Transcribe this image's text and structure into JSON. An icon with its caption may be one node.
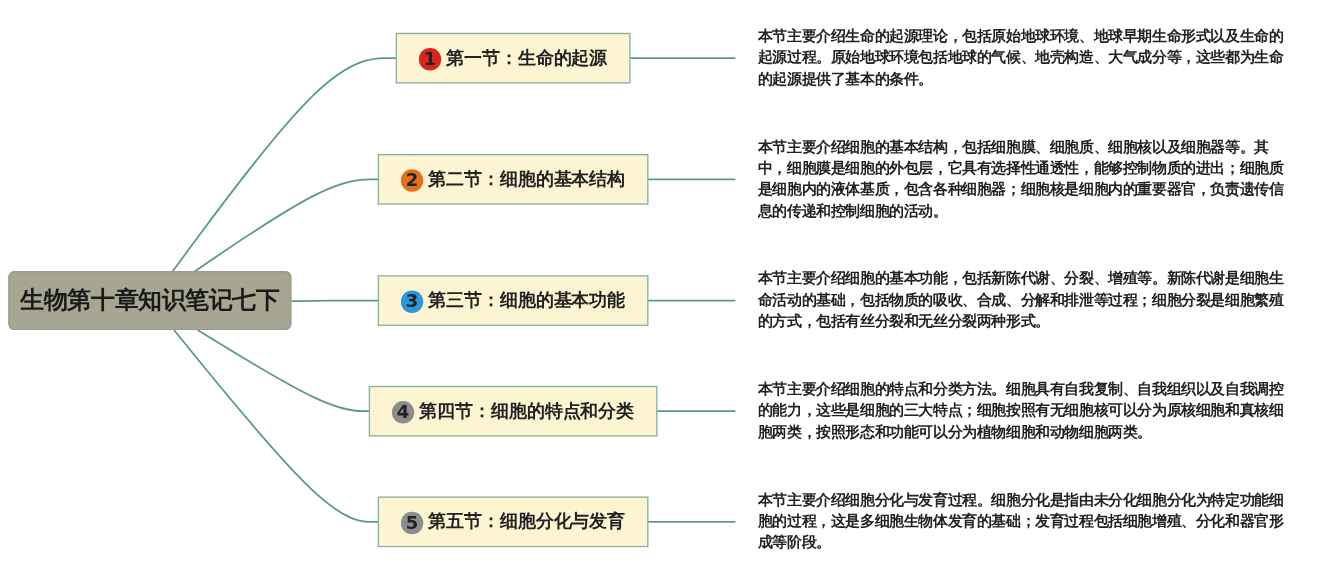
{
  "diagram": {
    "nodes": [
      {
        "text": [
          "生物第十章知识笔记七下"
        ]
      },
      {
        "text": [
          "1",
          "第一节：生命的起源"
        ]
      },
      {
        "text": [
          "2",
          "第二节：细胞的基本结构"
        ]
      },
      {
        "text": [
          "3",
          "第三节：细胞的基本功能"
        ]
      },
      {
        "text": [
          "4",
          "第四节：细胞的特点和分类"
        ]
      },
      {
        "text": [
          "5",
          "第五节：细胞分化与发育"
        ]
      },
      {
        "text": [
          "本节主要介绍生命的起源理论，包括原始地球环境、地球早期生命形式以及生命的起源过程。原始地球环境包括地球的气候、地壳构造、大气成分等，这些都为生命的起源提供了基本的条件。"
        ]
      },
      {
        "text": [
          "本节主要介绍细胞的基本结构，包括细胞膜、细胞质、细胞核以及细胞器等。其中，细胞膜是细胞的外包层，它具有选择性通透性，能够控制物质的进出；细胞质是细胞内的液体基质，包含各种细胞器；细胞核是细胞内的重要器官，负责遗传信息的传递和控制细胞的活动。"
        ]
      },
      {
        "text": [
          "本节主要介绍细胞的基本功能，包括新陈代谢、分裂、增殖等。新陈代谢是细胞生命活动的基础，包括物质的吸收、合成、分解和排泄等过程；细胞分裂是细胞繁殖的方式，包括有丝分裂和无丝分裂两种形式。"
        ]
      },
      {
        "text": [
          "本节主要介绍细胞的特点和分类方法。细胞具有自我复制、自我组织以及自我调控的能力，这些是细胞的三大特点；细胞按照有无细胞核可以分为原核细胞和真核细胞两类，按照形态和功能可以分为植物细胞和动物细胞两类。"
        ]
      },
      {
        "text": [
          "本节主要介绍细胞分化与发育过程。细胞分化是指由未分化细胞分化为特定功能细胞的过程，这是多细胞生物体发育的基础；发育过程包括细胞增殖、分化和器官形成等阶段。"
        ]
      }
    ],
    "edges": [
      {
        "from": 0,
        "to": 1,
        "arrow": "none"
      },
      {
        "from": 0,
        "to": 2,
        "arrow": "none"
      },
      {
        "from": 0,
        "to": 3,
        "arrow": "none"
      },
      {
        "from": 0,
        "to": 4,
        "arrow": "none"
      },
      {
        "from": 0,
        "to": 5,
        "arrow": "none"
      },
      {
        "from": 1,
        "to": 6,
        "arrow": "none"
      },
      {
        "from": 2,
        "to": 7,
        "arrow": "none"
      },
      {
        "from": 3,
        "to": 8,
        "arrow": "none"
      },
      {
        "from": 4,
        "to": 9,
        "arrow": "none"
      },
      {
        "from": 5,
        "to": 10,
        "arrow": "none"
      }
    ]
  }
}
